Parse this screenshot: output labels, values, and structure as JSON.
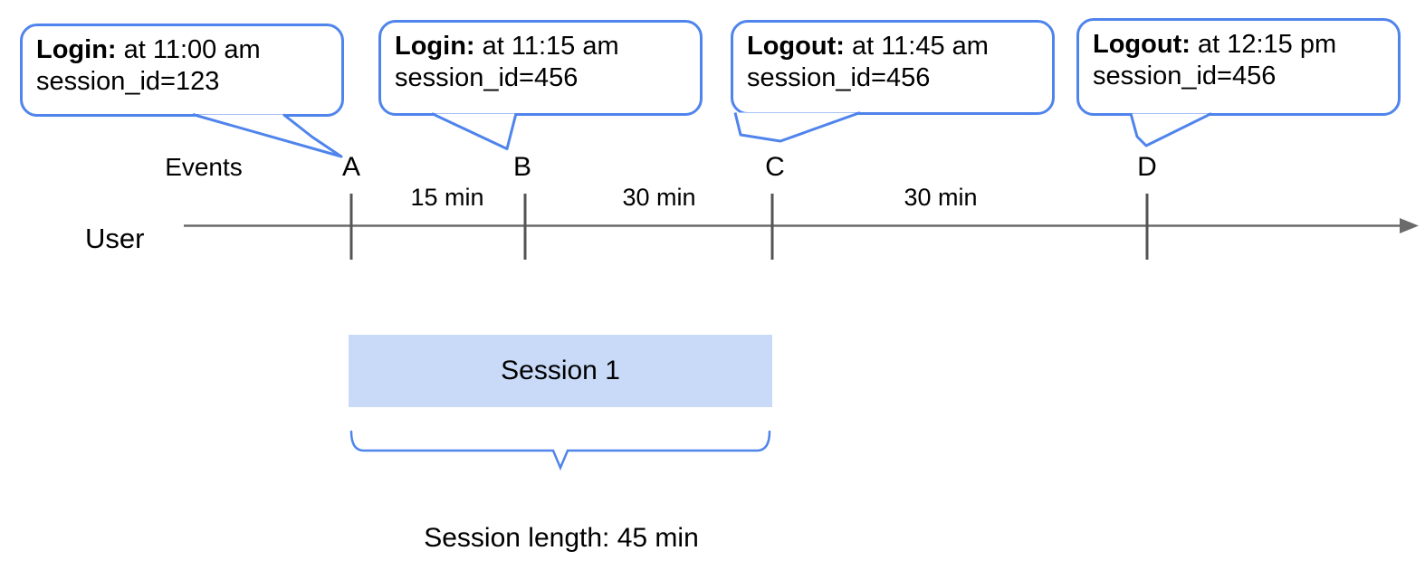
{
  "diagram": {
    "callouts": [
      {
        "event_type": "Login:",
        "time_text": " at 11:00 am",
        "session_text": "session_id=123",
        "event": "A"
      },
      {
        "event_type": "Login:",
        "time_text": " at 11:15 am",
        "session_text": "session_id=456",
        "event": "B"
      },
      {
        "event_type": "Logout:",
        "time_text": " at 11:45 am",
        "session_text": "session_id=456",
        "event": "C"
      },
      {
        "event_type": "Logout:",
        "time_text": " at 12:15 pm",
        "session_text": "session_id=456",
        "event": "D"
      }
    ],
    "timeline": {
      "axis_label": "User",
      "events_label": "Events",
      "event_markers": [
        "A",
        "B",
        "C",
        "D"
      ],
      "intervals": [
        "15 min",
        "30 min",
        "30 min"
      ]
    },
    "session": {
      "label": "Session 1",
      "length_label": "Session length: 45 min"
    },
    "colors": {
      "accent_blue": "#4f84ec",
      "session_fill": "#c9daf8",
      "timeline_gray": "#6b6b6b",
      "tick_gray": "#545454"
    }
  }
}
